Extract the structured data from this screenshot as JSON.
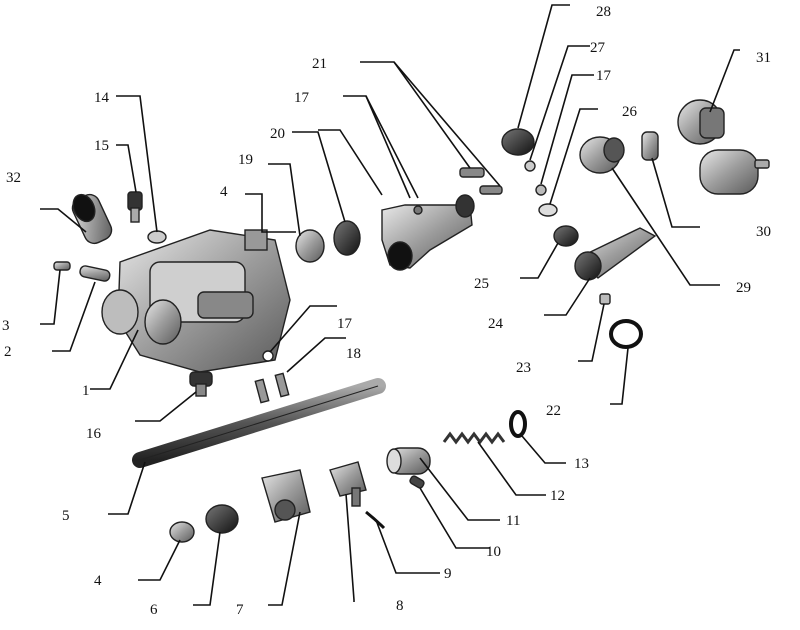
{
  "diagram": {
    "labels": {
      "p1": "1",
      "p2": "2",
      "p3": "3",
      "p4a": "4",
      "p4b": "4",
      "p5": "5",
      "p6": "6",
      "p7": "7",
      "p8": "8",
      "p9": "9",
      "p10": "10",
      "p11": "11",
      "p12": "12",
      "p13": "13",
      "p14": "14",
      "p15": "15",
      "p16": "16",
      "p17a": "17",
      "p17b": "17",
      "p17c": "17",
      "p18": "18",
      "p19": "19",
      "p20": "20",
      "p21": "21",
      "p22": "22",
      "p23": "23",
      "p24": "24",
      "p25": "25",
      "p26": "26",
      "p27": "27",
      "p28": "28",
      "p29": "29",
      "p30": "30",
      "p31": "31",
      "p32": "32"
    }
  }
}
